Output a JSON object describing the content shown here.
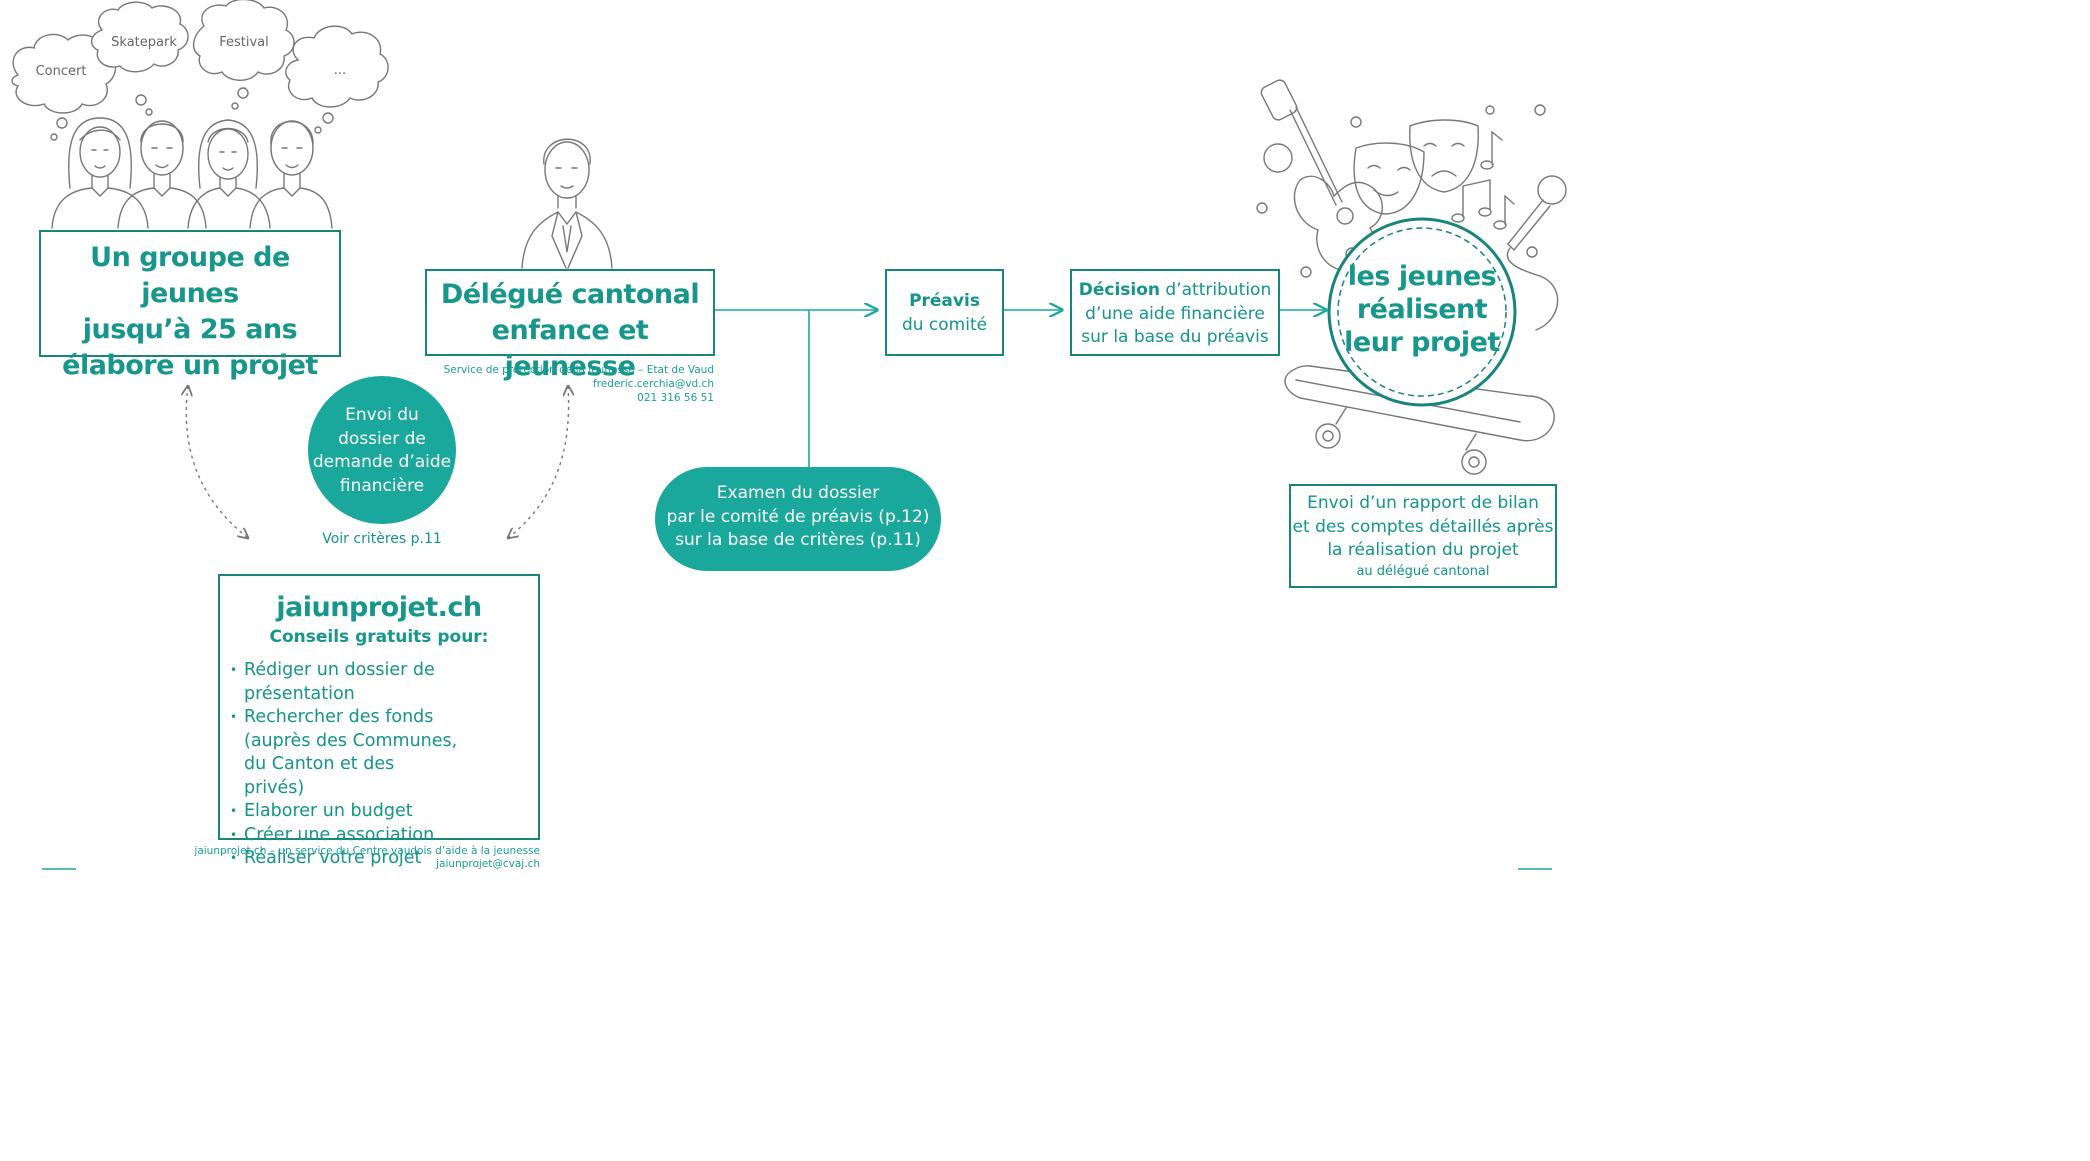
{
  "thought_bubbles": [
    "Concert",
    "Skatepark",
    "Festival",
    "..."
  ],
  "group": {
    "lines": [
      "Un groupe de jeunes",
      "jusqu’à 25 ans",
      "élabore un projet"
    ]
  },
  "delegate": {
    "lines": [
      "Délégué cantonal",
      "enfance et jeunesse"
    ],
    "contact": [
      "Service de protection de la jeunesse – Etat de Vaud",
      "frederic.cerchia@vd.ch",
      "021 316 56 51"
    ]
  },
  "envoi": {
    "lines": [
      "Envoi du",
      "dossier de",
      "demande d’aide",
      "financière"
    ],
    "note": "Voir critères p.11"
  },
  "jaiunprojet": {
    "title": "jaiunprojet.ch",
    "subtitle": "Conseils gratuits pour:",
    "items": [
      "Rédiger un dossier de présentation",
      "Rechercher des fonds (auprès des Communes, du Canton et des privés)",
      "Elaborer un budget",
      "Créer une association",
      "Réaliser votre projet"
    ],
    "footer": [
      "jaiunprojet.ch – un service du Centre vaudois d’aide à la jeunesse",
      "jaiunprojet@cvaj.ch"
    ]
  },
  "examen": {
    "lines": [
      "Examen du dossier",
      "par le comité de préavis (p.12)",
      "sur la base de critères (p.11)"
    ]
  },
  "preavis": {
    "bold": "Préavis",
    "rest": "du comité"
  },
  "decision": {
    "bold": "Décision",
    "rest1": " d’attribution",
    "line2": "d’une aide financière",
    "line3": "sur la base du préavis"
  },
  "realisent": {
    "lines": [
      "les jeunes",
      "réalisent",
      "leur projet"
    ]
  },
  "rapport": {
    "lines": [
      "Envoi d’un rapport de bilan",
      "et des comptes détaillés après",
      "la réalisation du projet"
    ],
    "small": "au délégué cantonal"
  },
  "colors": {
    "teal": "#1aa89c",
    "dark_teal": "#17857c",
    "outline": "#6f6f6f"
  }
}
